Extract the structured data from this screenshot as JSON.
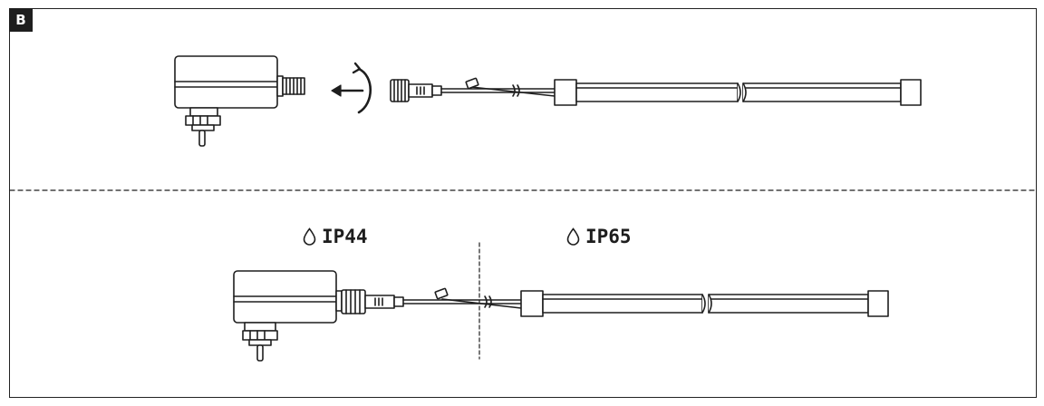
{
  "panel": {
    "label": "B"
  },
  "ratings": {
    "adapter_side": "IP44",
    "strip_side": "IP65"
  },
  "icons": {
    "badge": "panel-letter-badge",
    "water_drop": "water-drop-icon",
    "rotate_arrow": "unscrew-rotate-arrow-icon"
  },
  "colors": {
    "line": "#1e1e1e",
    "background": "#ffffff"
  }
}
